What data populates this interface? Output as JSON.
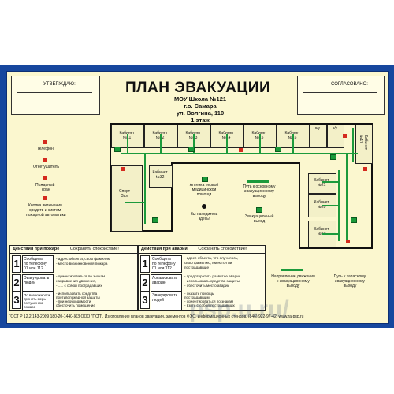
{
  "header": {
    "approve_label": "УТВЕРЖДАЮ:",
    "agreed_label": "СОГЛАСОВАНО:",
    "title": "ПЛАН ЭВАКУАЦИИ",
    "org_line1": "МОУ Школа №121",
    "org_line2": "г.о. Самара",
    "org_line3": "ул. Волгина, 110",
    "floor": "1 этаж"
  },
  "legend_left": {
    "phone": "Телефон",
    "extinguisher": "Огнетушитель",
    "hydrant_line1": "Пожарный",
    "hydrant_line2": "кран",
    "button_line1": "Кнопка включения",
    "button_line2": "средств и систем",
    "button_line3": "пожарной автоматики"
  },
  "rooms": {
    "k11": "Кабинет\n№11",
    "k12": "Кабинет\n№12",
    "k13": "Кабинет\n№13",
    "k14": "Кабинет\n№14",
    "k15": "Кабинет\n№15",
    "k16": "Кабинет\n№16",
    "wc1": "с/у",
    "wc2": "с/у",
    "k17": "Кабинет\n№17",
    "k21": "Кабинет\n№21",
    "k20": "Кабинет\n№20",
    "k19": "Кабинет\n№19",
    "k32": "Кабинет\n№32",
    "gym": "Спорт\nЗал"
  },
  "legend_center": {
    "first_aid": "Аптечка первой\nмедицинской\nпомощи",
    "you_are_here": "Вы находитесь\nздесь!",
    "main_path": "Путь к основному\nэвакуационному\nвыходу",
    "evac_exit": "Эвакуационный\nвыход",
    "direction": "Направление движения\nк эвакуационному\nвыходу",
    "reserve_path": "Путь к запасному\nэвакуационному\nвыходу"
  },
  "fire_panel": {
    "heading": "Действия при пожаре",
    "calm": "Сохранять спокойствие!",
    "s1": "Сообщить\nпо телефону\n01 или 112",
    "s1_b1": "- адрес объекта, свою фамилию",
    "s1_b2": "- место возникновения пожара",
    "s2": "Эвакуировать\nлюдей",
    "s2_b1": "- ориентироваться по знакам",
    "s2_b2": "направления движения,",
    "s2_b3": "- ..... с собой пострадавших",
    "s3": "По возможности\nпринять меры\nпо тушению\nпожара",
    "s3_b1": "- использовать средства",
    "s3_b2": "противопожарной защиты",
    "s3_b3": "- при необходимости",
    "s3_b4": "обесточить помещение"
  },
  "accident_panel": {
    "heading": "Действия при аварии",
    "calm": "Сохранять спокойствие!",
    "s1": "Сообщить\nпо телефону\n01 или 112",
    "s1_b1": "- адрес объекта, что случилось,",
    "s1_b2": "свою фамилию, имеются ли",
    "s1_b3": "пострадавшие",
    "s2": "Локализовать\nаварию",
    "s2_b1": "- предотвратить развитие аварии",
    "s2_b2": "- использовать средства защиты",
    "s2_b3": "- обесточить место аварии",
    "s3": "Эвакуировать\nлюдей",
    "s3_b1": "- оказать помощь",
    "s3_b2": "пострадавшим",
    "s3_b3": "- ориентироваться по знакам",
    "s3_b4": "- взять с собой пострадавших"
  },
  "footer": "ГОСТ Р 12.2.143-2009   180-20-1440-ЖЗ  ООО \"ПСП\". Изготовление планов эвакуации, элементов ФЭС, информационных стендов. (846) 922-97-42.  www.ra-psp.ru",
  "watermark": "psp.u.ru/",
  "colors": {
    "frame": "#16479e",
    "background": "#fbf7cf",
    "evac_green": "#1c9a3c",
    "fire_red": "#d42a1e"
  }
}
